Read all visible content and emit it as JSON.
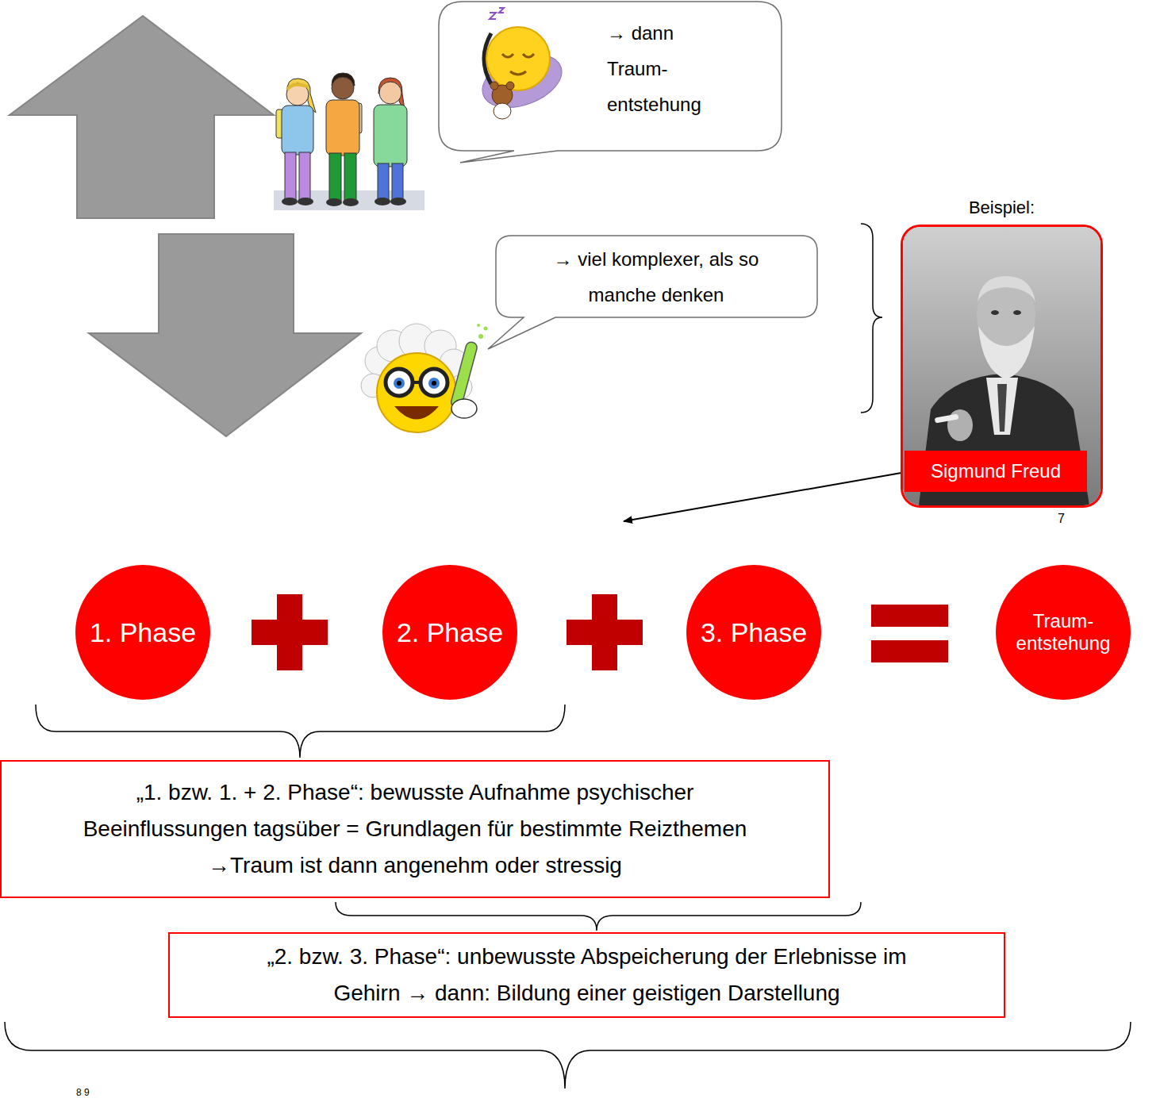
{
  "diagram": {
    "nodes": [
      {
        "text": [
          "→ dann Traum- entstehung"
        ]
      },
      {
        "text": [
          "→ viel komplexer, als so manche denken"
        ]
      },
      {
        "text": [
          "Beispiel:"
        ]
      },
      {
        "text": [
          "Sigmund Freud"
        ],
        "in": 2
      },
      {
        "text": [
          "1. Phase"
        ]
      },
      {
        "text": [
          "2. Phase"
        ]
      },
      {
        "text": [
          "3. Phase"
        ]
      },
      {
        "text": [
          "Traum- entstehung"
        ]
      },
      {
        "text": [
          "„1. bzw. 1. + 2. Phase“: bewusste Aufnahme psychischer Beeinflussungen tagsüber = Grundlagen für bestimmte Reizthemen",
          "→Traum ist dann angenehm oder stressig"
        ]
      },
      {
        "text": [
          "„2. bzw. 3. Phase“: unbewusste Abspeicherung der Erlebnisse im Gehirn → dann: Bildung einer geistigen Darstellung"
        ]
      }
    ],
    "labels": [
      "7",
      "8 9"
    ]
  }
}
